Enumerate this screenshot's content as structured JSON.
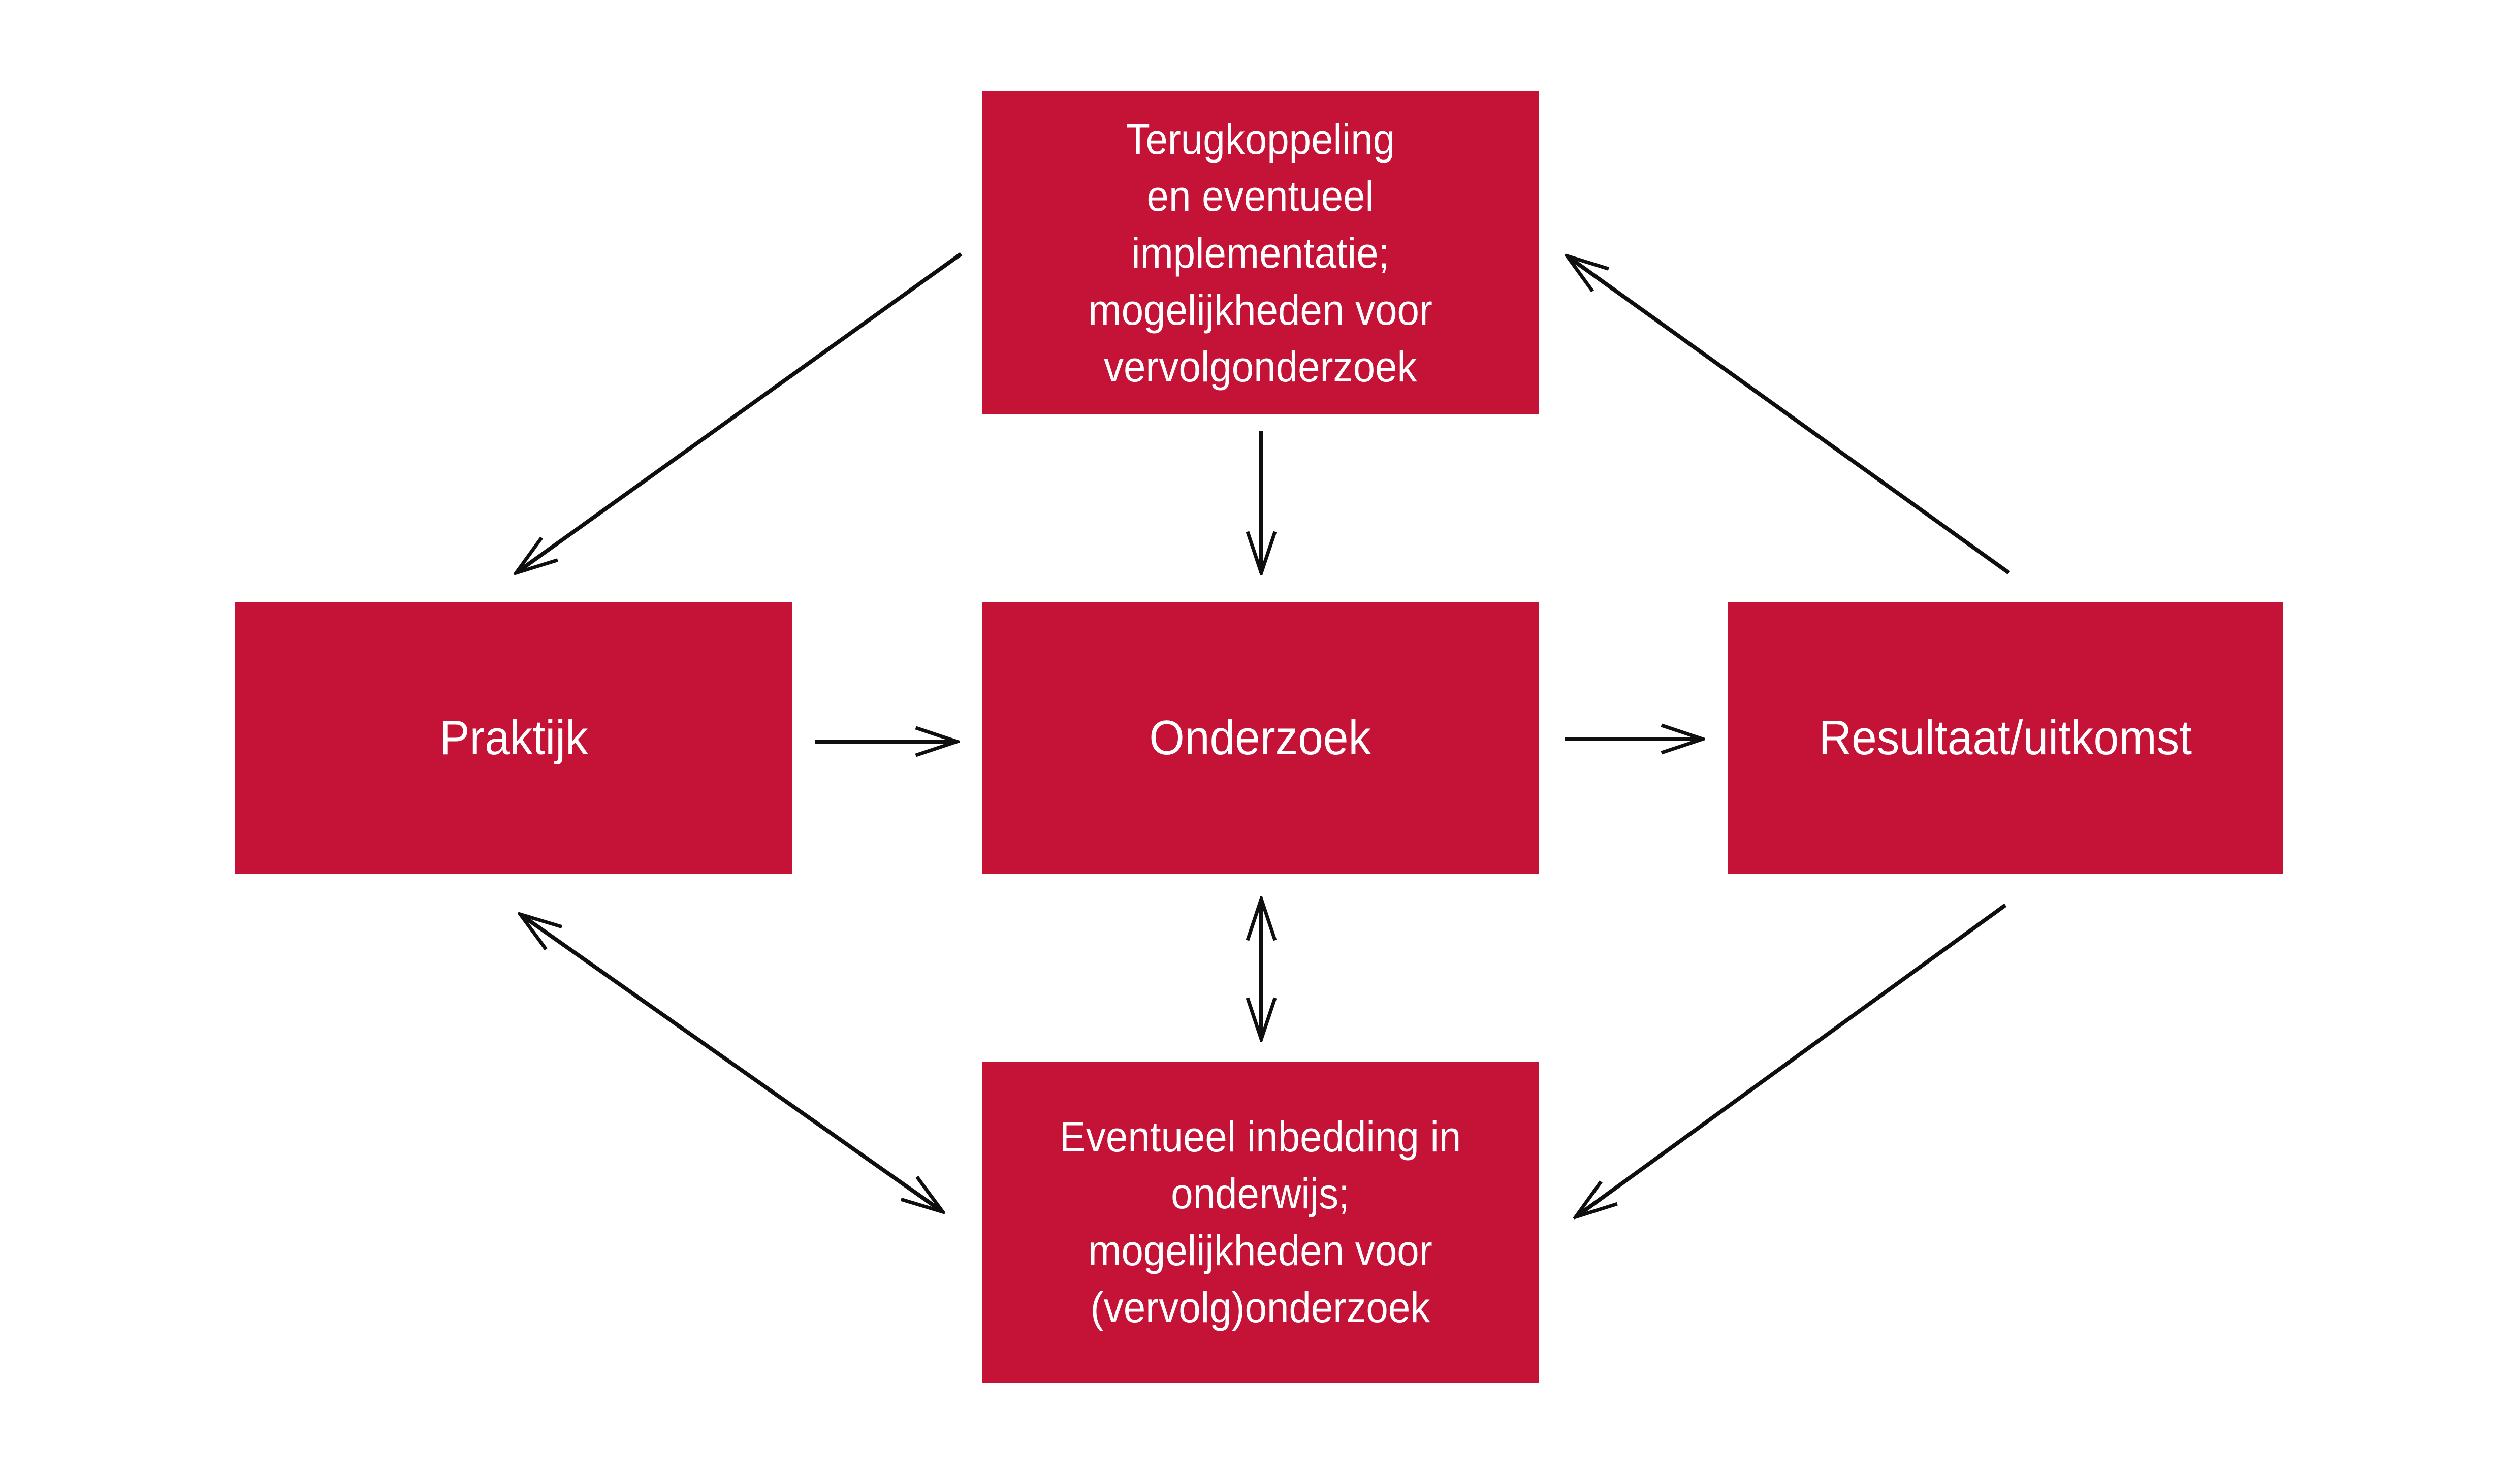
{
  "colors": {
    "canvas-bg": "#FFFFFF",
    "box-fill": "#C51338",
    "box-text": "#FFFFFF",
    "arrow-stroke": "#0F0F0F"
  },
  "boxes": {
    "top": {
      "label": "Terugkoppeling\nen eventueel\nimplementatie;\nmogelijkheden voor\nvervolgonderzoek"
    },
    "left": {
      "label": "Praktijk"
    },
    "center": {
      "label": "Onderzoek"
    },
    "right": {
      "label": "Resultaat/uitkomst"
    },
    "bottom": {
      "label": "Eventueel inbedding in\nonderwijs;\nmogelijkheden voor\n(vervolg)onderzoek"
    }
  },
  "arrows": [
    {
      "name": "top-to-praktijk",
      "from": "top",
      "to": "left",
      "heads": "single"
    },
    {
      "name": "top-to-onderzoek",
      "from": "top",
      "to": "center",
      "heads": "single"
    },
    {
      "name": "resultaat-to-top",
      "from": "right",
      "to": "top",
      "heads": "single"
    },
    {
      "name": "praktijk-to-onderzoek",
      "from": "left",
      "to": "center",
      "heads": "single"
    },
    {
      "name": "onderzoek-to-resultaat",
      "from": "center",
      "to": "right",
      "heads": "single"
    },
    {
      "name": "onderzoek-bottom",
      "from": "center",
      "to": "bottom",
      "heads": "double"
    },
    {
      "name": "praktijk-bottom",
      "from": "left",
      "to": "bottom",
      "heads": "double"
    },
    {
      "name": "resultaat-to-bottom",
      "from": "right",
      "to": "bottom",
      "heads": "single"
    }
  ]
}
